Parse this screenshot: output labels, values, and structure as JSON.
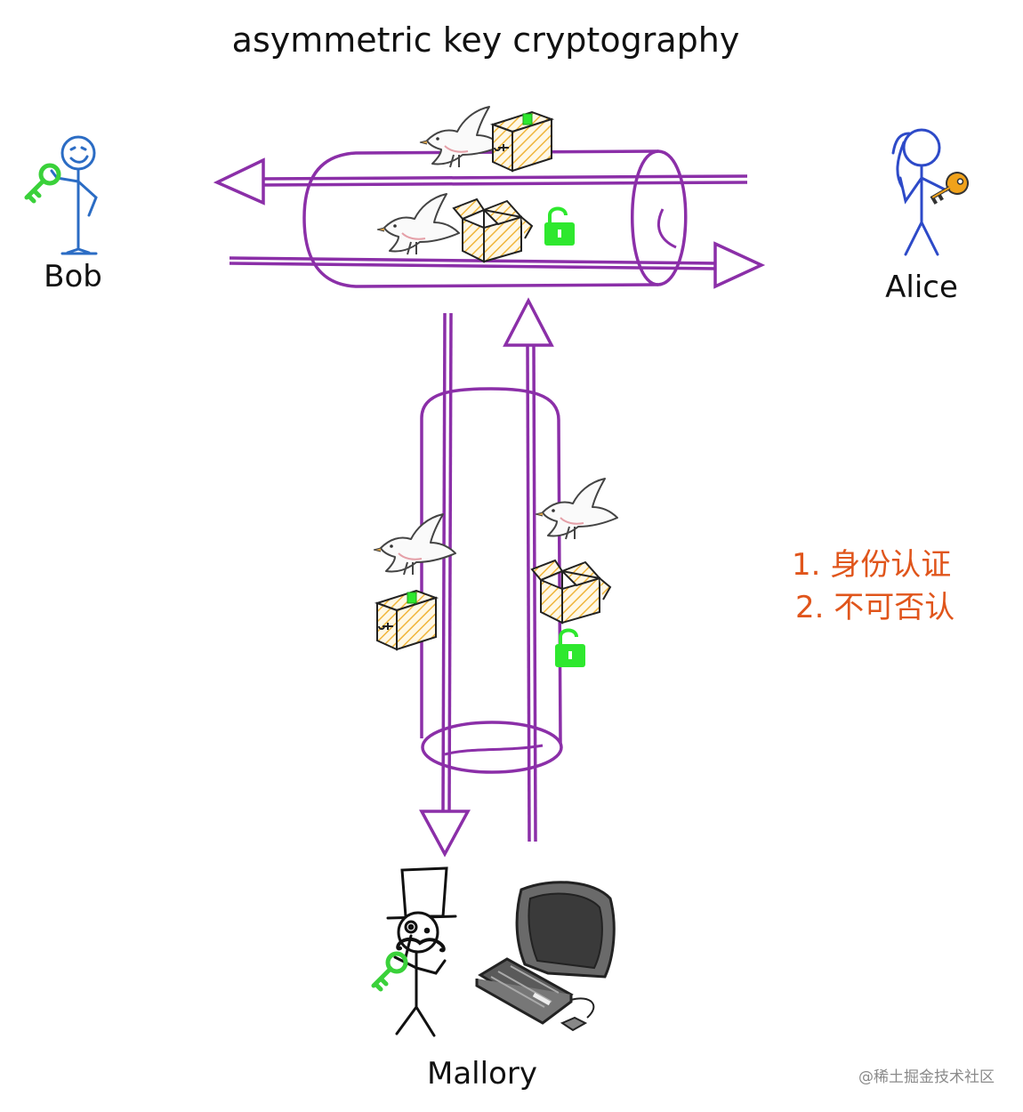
{
  "title": "asymmetric key cryptography",
  "people": {
    "bob": "Bob",
    "alice": "Alice",
    "mallory": "Mallory"
  },
  "notes": [
    "1.  身份认证",
    "2.  不可否认"
  ],
  "watermark": "@稀土掘金技术社区",
  "colors": {
    "pipe": "#8b2fa8",
    "lock": "#2ee82e",
    "bob_key": "#3ad13a",
    "alice_key": "#f0a21b",
    "note_text": "#e0551b",
    "bob_stroke": "#2b6cc4",
    "alice_stroke": "#2d4ac8"
  },
  "icons": [
    "dove-icon",
    "locked-box-icon",
    "open-box-icon",
    "open-padlock-icon",
    "key-icon",
    "computer-icon",
    "top-hat-icon"
  ]
}
